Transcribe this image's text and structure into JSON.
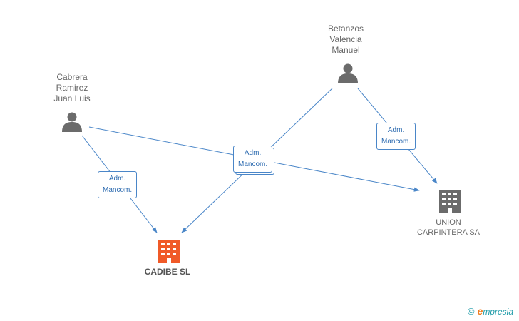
{
  "colors": {
    "edge": "#4a86c8",
    "person_icon": "#6b6b6b",
    "company_main": "#f05a28",
    "company_other": "#6b6b6b",
    "label_text": "#666666",
    "brand": "#1e9ba8",
    "brand_e": "#f07c1e"
  },
  "people": [
    {
      "id": "cabrera",
      "name": "Cabrera\nRamirez\nJuan Luis",
      "icon": "person-icon"
    },
    {
      "id": "betanzos",
      "name": "Betanzos\nValencia\nManuel",
      "icon": "person-icon"
    }
  ],
  "companies": [
    {
      "id": "cadibe",
      "name": "CADIBE SL",
      "icon": "building-icon",
      "highlighted": true
    },
    {
      "id": "union",
      "name": "UNION\nCARPINTERA SA",
      "icon": "building-icon",
      "highlighted": false
    }
  ],
  "relations": [
    {
      "from": "cabrera",
      "to": "cadibe",
      "label": "Adm.\nMancom."
    },
    {
      "from": "cabrera",
      "to": "union",
      "label": "Adm.\nMancom."
    },
    {
      "from": "betanzos",
      "to": "cadibe",
      "label": "Adm.\nMancom."
    },
    {
      "from": "betanzos",
      "to": "union",
      "label": "Adm.\nMancom."
    }
  ],
  "footer": {
    "copyright_symbol": "©",
    "brand_initial": "e",
    "brand_rest": "mpresia"
  }
}
